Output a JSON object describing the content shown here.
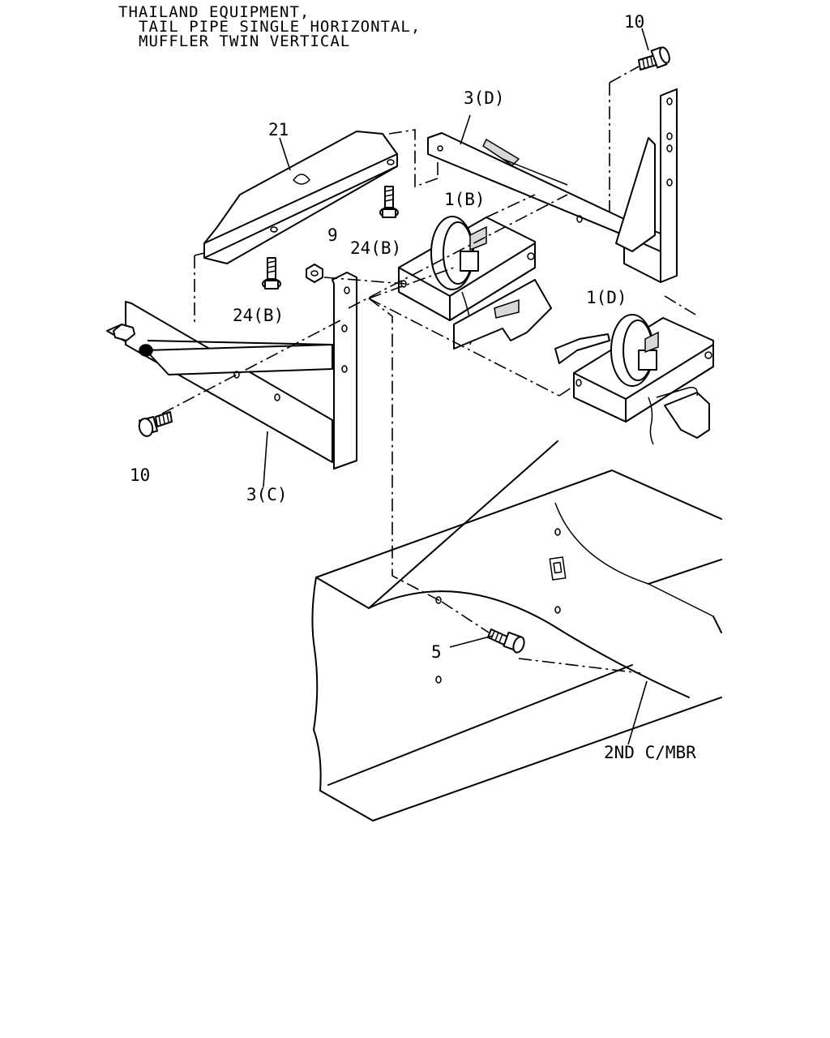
{
  "header": {
    "line1": "THAILAND EQUIPMENT,",
    "line2": "TAIL PIPE SINGLE HORIZONTAL,",
    "line3": "MUFFLER TWIN VERTICAL"
  },
  "callouts": {
    "bolt_10_top": "10",
    "bracket_3d": "3(D)",
    "plate_21": "21",
    "hanger_1b": "1(B)",
    "bolt_24b_upper": "24(B)",
    "nut_9": "9",
    "bolt_24b_lower": "24(B)",
    "hanger_1d": "1(D)",
    "bolt_10_left": "10",
    "bracket_3c": "3(C)",
    "bolt_5": "5",
    "crossmember": "2ND C/MBR"
  }
}
